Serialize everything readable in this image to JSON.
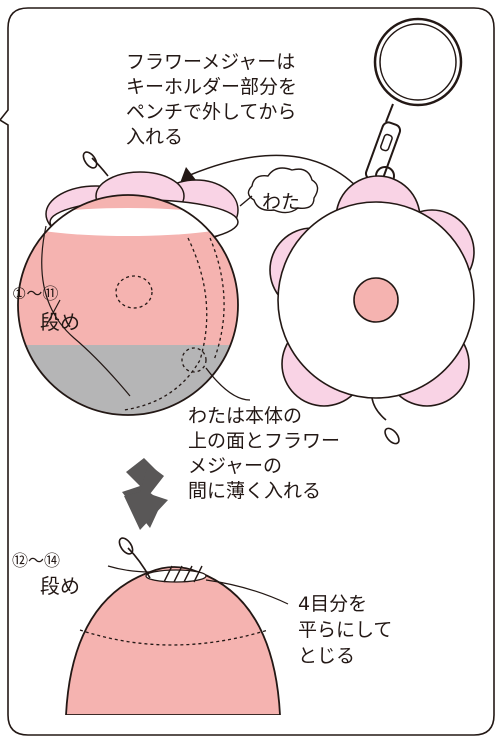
{
  "labels": {
    "flower_note": [
      "フラワーメジャーは",
      "キーホルダー部分を",
      "ペンチで外してから",
      "入れる"
    ],
    "wata": "わた",
    "rows_top_range": "①～⑪",
    "rows_top_unit": "段め",
    "wata_note": [
      "わたは本体の",
      "上の面とフラワー",
      "メジャーの",
      "間に薄く入れる"
    ],
    "rows_bottom_range": "⑫～⑭",
    "rows_bottom_unit": "段め",
    "close_note": [
      "4目分を",
      "平らにして",
      "とじる"
    ]
  },
  "colors": {
    "pink": "#f5b3b0",
    "light_pink": "#f9d3e5",
    "gray": "#b5b5b6",
    "line": "#231815",
    "arrow": "#595757"
  }
}
